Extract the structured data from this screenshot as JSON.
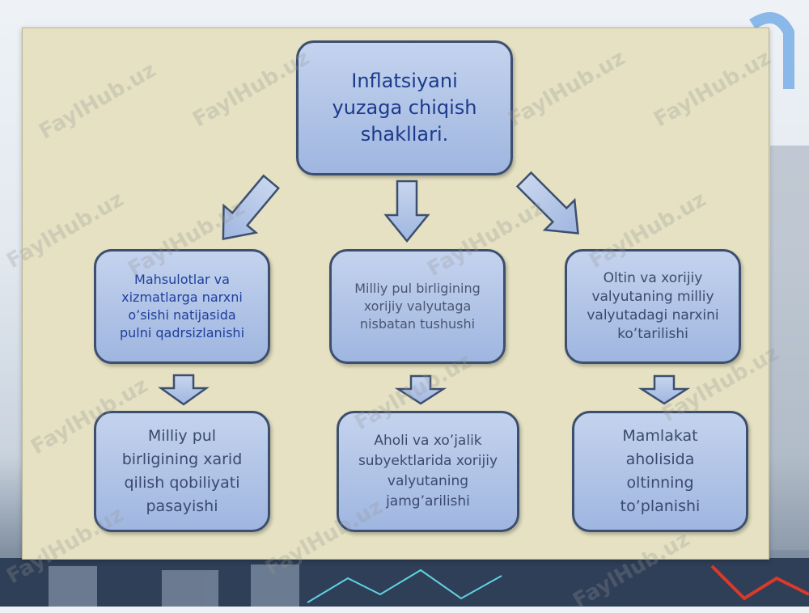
{
  "diagram": {
    "title": "Inflatsiyani\nyuzaga chiqish\nshakllari.",
    "causes": [
      "Mahsulotlar  va\nxizmatlarga narxni\no’sishi natijasida\npulni qadrsizlanishi",
      "Milliy pul birligining\nxorijiy valyutaga\nnisbatan tushushi",
      "Oltin va xorijiy\nvalyutaning milliy\nvalyutadagi narxini\nko’tarilishi"
    ],
    "effects": [
      "Milliy pul\nbirligining xarid\nqilish qobiliyati\npasayishi",
      "Aholi va xo’jalik\nsubyektlarida xorijiy\nvalyutaning\njamg’arilishi",
      "Mamlakat\naholisida\noltinning\nto’planishi"
    ]
  },
  "watermark": "FaylHub.uz",
  "colors": {
    "panel": "#e5e1c2",
    "box_fill": "#a9bfe6",
    "box_border": "#3d4f6e",
    "title_text": "#1b3a8c"
  }
}
